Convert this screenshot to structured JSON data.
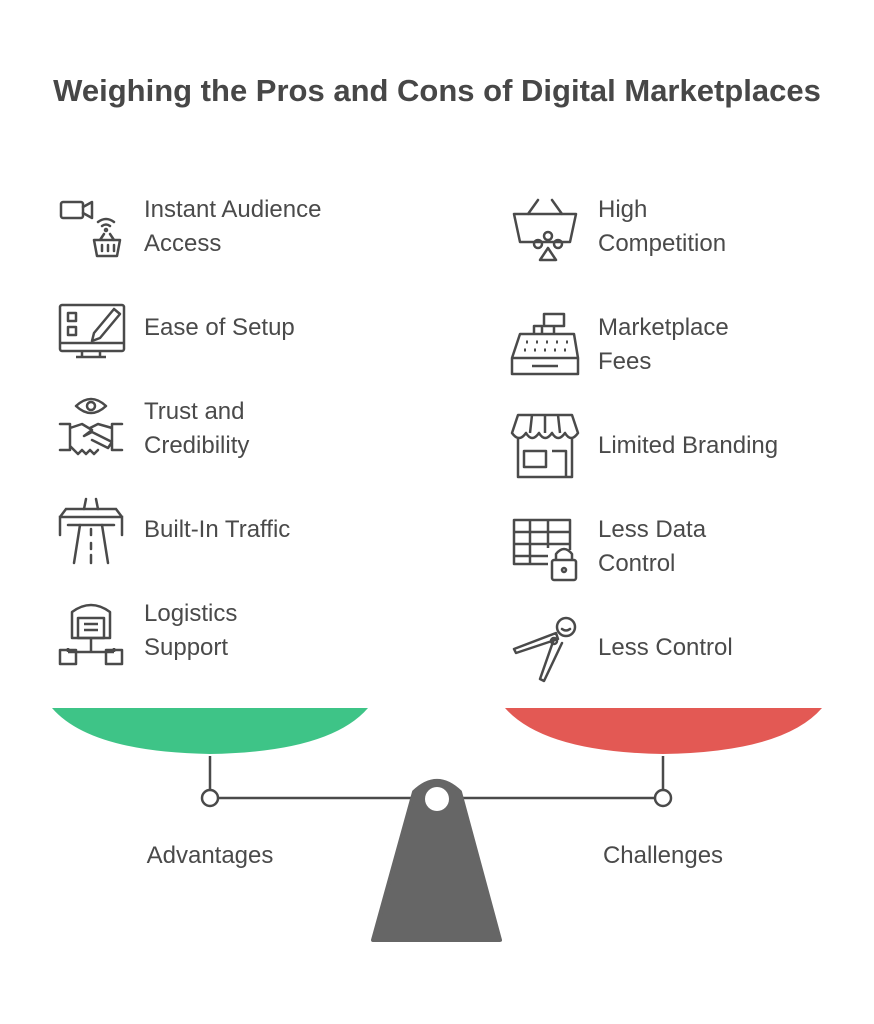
{
  "title": "Weighing the Pros and Cons of Digital Marketplaces",
  "advantages": {
    "label": "Advantages",
    "color": "#3ec487",
    "items": [
      {
        "label": "Instant Audience Access",
        "icon": "camera-wifi-basket-icon"
      },
      {
        "label": "Ease of Setup",
        "icon": "monitor-edit-icon"
      },
      {
        "label": "Trust and Credibility",
        "icon": "handshake-eye-icon"
      },
      {
        "label": "Built-In Traffic",
        "icon": "highway-icon"
      },
      {
        "label": "Logistics Support",
        "icon": "warehouse-network-icon"
      }
    ]
  },
  "challenges": {
    "label": "Challenges",
    "color": "#e35954",
    "items": [
      {
        "label": "High Competition",
        "icon": "basket-people-icon"
      },
      {
        "label": "Marketplace Fees",
        "icon": "cash-register-icon"
      },
      {
        "label": "Limited Branding",
        "icon": "storefront-icon"
      },
      {
        "label": "Less Data Control",
        "icon": "table-lock-icon"
      },
      {
        "label": "Less Control",
        "icon": "pliers-icon"
      }
    ]
  }
}
